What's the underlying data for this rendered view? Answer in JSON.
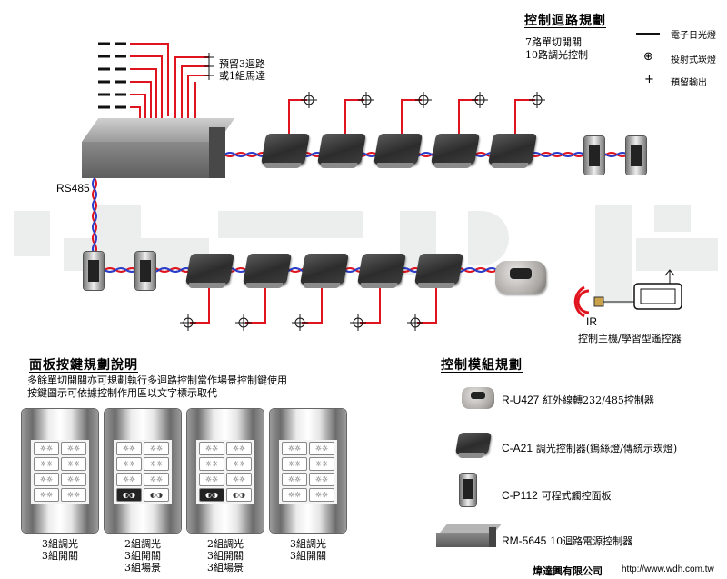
{
  "title_loops": "控制迴路規劃",
  "loops_line1": "7路單切開關",
  "loops_line2": "10路調光控制",
  "legend": [
    {
      "symbol": "electronic-lamp",
      "label": "電子日光燈"
    },
    {
      "symbol": "halogen-lamp",
      "label": "投射式崁燈"
    },
    {
      "symbol": "reserved-output",
      "label": "預留輸出"
    }
  ],
  "reserved_line1": "預留3迴路",
  "reserved_line2": "或1組馬達",
  "rs485_label": "RS485",
  "ir_label": "IR",
  "remote_label": "控制主機/學習型遙控器",
  "panel_title": "面板按鍵規劃說明",
  "panel_desc1": "多餘單切開關亦可規劃執行多迴路控制當作場景控制鍵使用",
  "panel_desc2": "按鍵圖示可依據控制作用區以文字標示取代",
  "panels": [
    {
      "line1": "3組調光",
      "line2": "3組開關",
      "line3": ""
    },
    {
      "line1": "2組調光",
      "line2": "3組開關",
      "line3": "3組場景"
    },
    {
      "line1": "2組調光",
      "line2": "3組開關",
      "line3": "3組場景"
    },
    {
      "line1": "3組調光",
      "line2": "3組開關",
      "line3": ""
    }
  ],
  "module_title": "控制模組規劃",
  "modules": [
    {
      "code": "R-U427",
      "desc": "紅外線轉232/485控制器"
    },
    {
      "code": "C-A21",
      "desc": "調光控制器(鎢絲燈/傳統示崁燈)"
    },
    {
      "code": "C-P112",
      "desc": "可程式觸控面板"
    },
    {
      "code": "RM-5645",
      "desc": "10迴路電源控制器"
    }
  ],
  "footer_company": "煒達興有限公司",
  "footer_url": "http://www.wdh.com.tw",
  "colors": {
    "red_wire": "#e0141e",
    "blue_wire": "#2a3cc8",
    "watermark": "#eceeee"
  }
}
